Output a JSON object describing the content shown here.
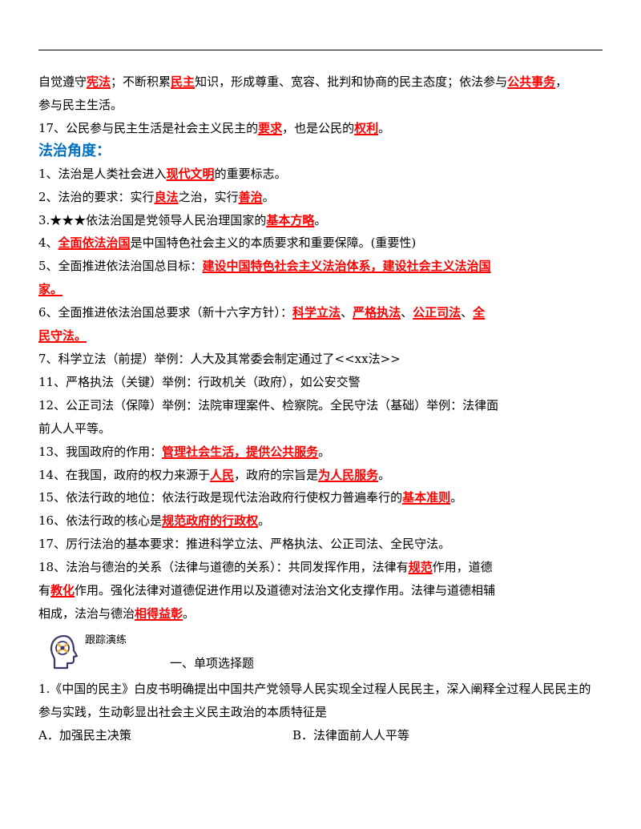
{
  "lines": [
    {
      "segs": [
        "自觉遵守",
        "宪法",
        "；不断积累",
        "民主",
        "知识，形成尊重、宽容、批判和协商的民主态度；依法参与",
        "公共事务",
        "，"
      ]
    },
    {
      "segs": [
        "参与民主生活。"
      ]
    },
    {
      "segs": [
        "17、公民参与民主生活是社会主义民主的",
        "要求",
        "，也是公民的",
        "权利",
        "。"
      ]
    },
    {
      "segs": [
        "1、法治是人类社会进入",
        "现代文明",
        "的重要标志。"
      ]
    },
    {
      "segs": [
        "2、法治的要求：实行",
        "良法",
        "之治，实行",
        "善治",
        "。"
      ]
    },
    {
      "segs": [
        "3.★★★依法治国是党领导人民治理国家的",
        "基本方略",
        "。"
      ]
    },
    {
      "segs": [
        "4、",
        "全面依法治国",
        "是中国特色社会主义的本质要求和重要保障。(重要性)"
      ]
    },
    {
      "segs": [
        "5、全面推进依法治国总目标：",
        "建设中国特色社会主义法治体系，建设社会主义法治国"
      ]
    },
    {
      "segs": [
        "",
        "家。"
      ]
    },
    {
      "segs": [
        "6、全面推进依法治国总要求（新十六字方针）：",
        "科学立法",
        "、",
        "严格执法",
        "、",
        "公正司法",
        "、",
        "全"
      ]
    },
    {
      "segs": [
        "",
        "民守法。"
      ]
    },
    {
      "segs": [
        "7、科学立法（前提）举例：人大及其常委会制定通过了<<xx法>>"
      ]
    },
    {
      "segs": [
        "11、严格执法（关键）举例：行政机关（政府），如公安交警"
      ]
    },
    {
      "segs": [
        "12、公正司法（保障）举例：法院审理案件、检察院。全民守法（基础）举例：法律面"
      ]
    },
    {
      "segs": [
        "前人人平等。"
      ]
    },
    {
      "segs": [
        "13、我国政府的作用：",
        "管理社会生活，提供公共服务",
        "。"
      ]
    },
    {
      "segs": [
        "14、在我国，政府的权力来源于",
        "人民",
        "，政府的宗旨是",
        "为人民服务",
        "。"
      ]
    },
    {
      "segs": [
        "15、依法行政的地位：依法行政是现代法治政府行使权力普遍奉行的",
        "基本准则",
        "。"
      ]
    },
    {
      "segs": [
        "16、依法行政的核心是",
        "规范政府的行政权",
        "。"
      ]
    },
    {
      "segs": [
        "17、厉行法治的基本要求：推进科学立法、严格执法、公正司法、全民守法。"
      ]
    },
    {
      "segs": [
        "18、法治与德治的关系（法律与道德的关系）：共同发挥作用，法律有",
        "规范",
        "作用，道德"
      ]
    },
    {
      "segs": [
        "有",
        "教化",
        "作用。强化法律对道德促进作用以及道德对法治文化支撑作用。法律与道德相辅"
      ]
    },
    {
      "segs": [
        "相成，法治与德治",
        "相得益彰",
        "。"
      ]
    }
  ],
  "section_title": "法治角度：",
  "practice": {
    "label": "跟踪演练",
    "subtitle": "一、单项选择题"
  },
  "question": {
    "stem_line1": "1.《中国的民主》白皮书明确提出中国共产党领导人民实现全过程人民民主，深入阐释全过程人民民主的",
    "stem_line2": "参与实践，生动彰显出社会主义民主政治的本质特征是",
    "option_a": "A．加强民主决策",
    "option_b": "B．法律面前人人平等"
  },
  "colors": {
    "keyword": "#ff0000",
    "section_title": "#0070c0",
    "icon_stroke": "#3a3a6a",
    "icon_accent": "#f5a623"
  }
}
